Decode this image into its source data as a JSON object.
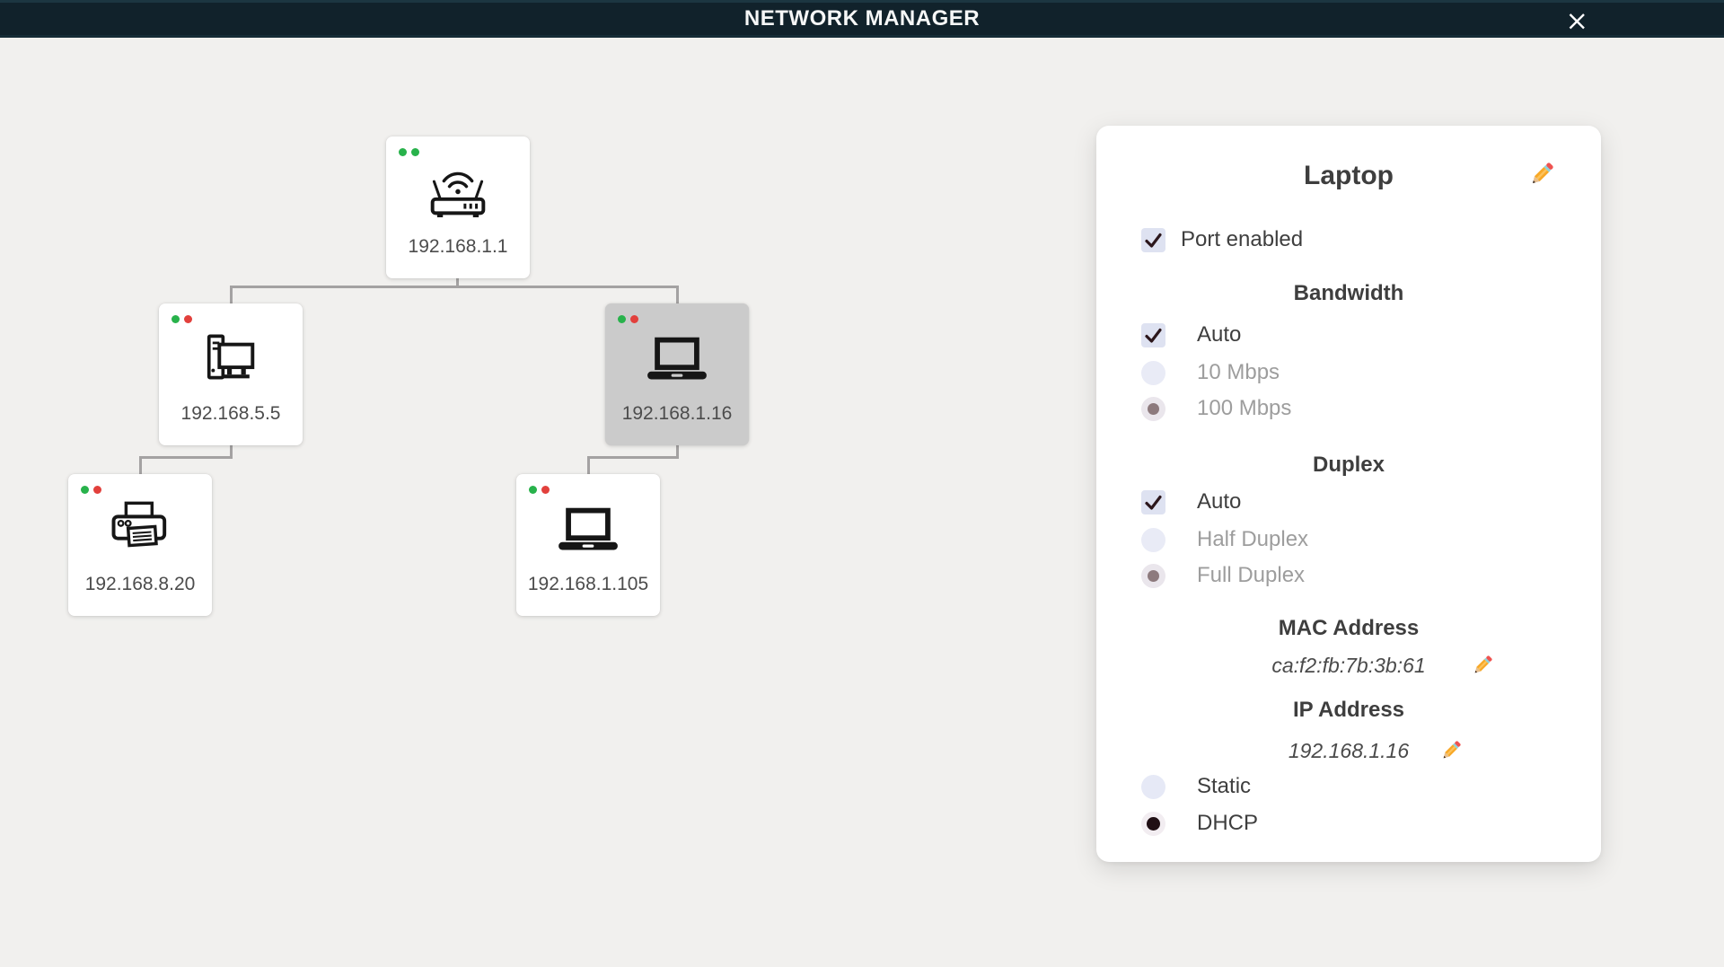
{
  "header": {
    "title": "NETWORK MANAGER"
  },
  "colors": {
    "green": "#28b24b",
    "red": "#e2403c",
    "header_bg": "#11222b",
    "selected_node_bg": "#cbcbcb",
    "connector": "#a4a2a2"
  },
  "topology": {
    "nodes": [
      {
        "id": "router",
        "type": "router",
        "ip": "192.168.1.1",
        "status_dots": [
          "green",
          "green"
        ],
        "selected": false
      },
      {
        "id": "desktop",
        "type": "desktop",
        "ip": "192.168.5.5",
        "status_dots": [
          "green",
          "red"
        ],
        "selected": false
      },
      {
        "id": "laptop1",
        "type": "laptop",
        "ip": "192.168.1.16",
        "status_dots": [
          "green",
          "red"
        ],
        "selected": true
      },
      {
        "id": "printer",
        "type": "printer",
        "ip": "192.168.8.20",
        "status_dots": [
          "green",
          "red"
        ],
        "selected": false
      },
      {
        "id": "laptop2",
        "type": "laptop",
        "ip": "192.168.1.105",
        "status_dots": [
          "green",
          "red"
        ],
        "selected": false
      }
    ],
    "edges": [
      [
        "router",
        "desktop"
      ],
      [
        "router",
        "laptop1"
      ],
      [
        "desktop",
        "printer"
      ],
      [
        "laptop1",
        "laptop2"
      ]
    ]
  },
  "panel": {
    "title": "Laptop",
    "port_enabled": {
      "label": "Port enabled",
      "checked": true
    },
    "bandwidth": {
      "heading": "Bandwidth",
      "options": [
        {
          "label": "Auto",
          "control": "checkbox",
          "state": "checked",
          "enabled": true
        },
        {
          "label": "10 Mbps",
          "control": "radio",
          "state": "unselected",
          "enabled": false
        },
        {
          "label": "100 Mbps",
          "control": "radio",
          "state": "selected",
          "enabled": false
        }
      ]
    },
    "duplex": {
      "heading": "Duplex",
      "options": [
        {
          "label": "Auto",
          "control": "checkbox",
          "state": "checked",
          "enabled": true
        },
        {
          "label": "Half Duplex",
          "control": "radio",
          "state": "unselected",
          "enabled": false
        },
        {
          "label": "Full Duplex",
          "control": "radio",
          "state": "selected",
          "enabled": false
        }
      ]
    },
    "mac": {
      "heading": "MAC Address",
      "value": "ca:f2:fb:7b:3b:61"
    },
    "ip": {
      "heading": "IP Address",
      "value": "192.168.1.16",
      "options": [
        {
          "label": "Static",
          "control": "radio",
          "state": "unselected",
          "enabled": true
        },
        {
          "label": "DHCP",
          "control": "radio",
          "state": "selected",
          "enabled": true
        }
      ]
    }
  }
}
